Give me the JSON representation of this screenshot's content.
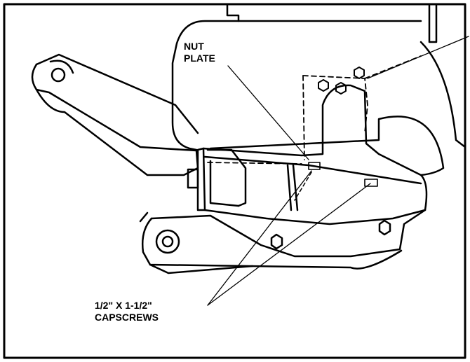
{
  "labels": {
    "nut_plate": {
      "line1": "NUT",
      "line2": "PLATE"
    },
    "capscrews": {
      "line1": "1/2\" X 1-1/2\"",
      "line2": "CAPSCREWS"
    }
  },
  "colors": {
    "ink": "#000000",
    "paper": "#ffffff"
  }
}
